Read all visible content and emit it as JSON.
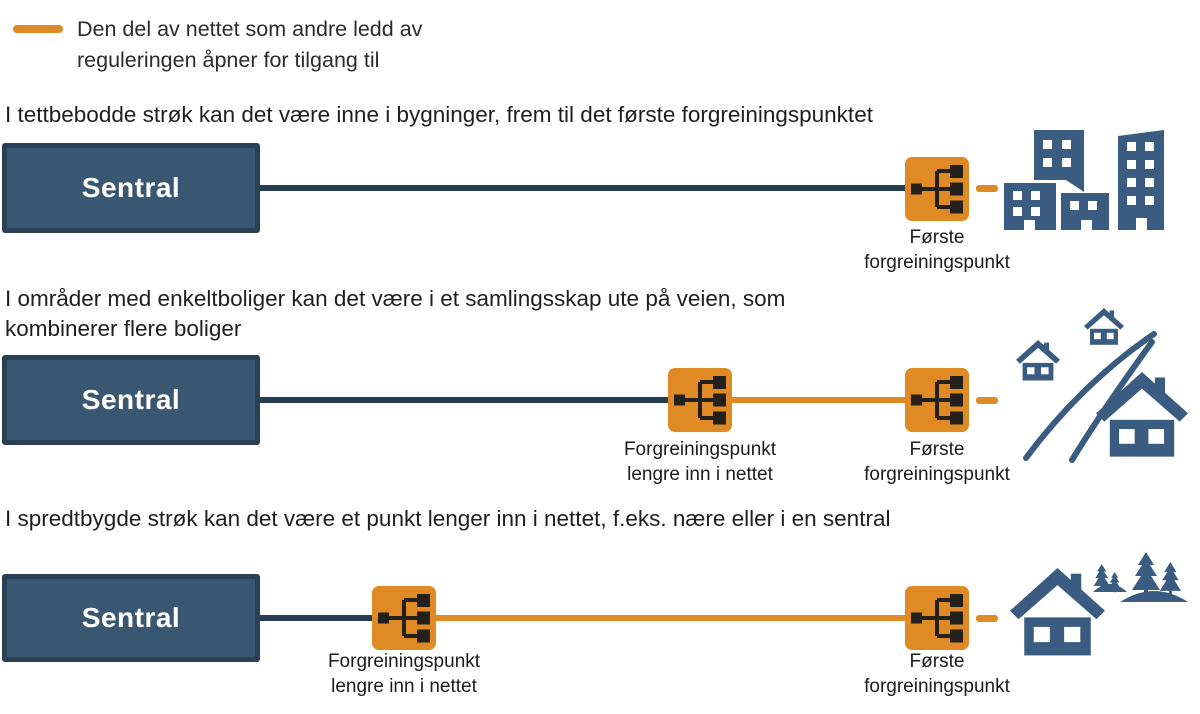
{
  "colors": {
    "orange": "#DF8A24",
    "navy": "#263C52",
    "box_fill": "#3A5772",
    "box_border": "#2A4054",
    "picto": "#3A5C80",
    "glyph": "#24201B",
    "heading_text": "#1E1E1E",
    "label_text": "#1B1B1B",
    "sentral_text": "#FFFFFF"
  },
  "legend": {
    "text": "Den del av nettet som andre ledd av\nreguleringen åpner for tilgang til"
  },
  "labels": {
    "sentral": "Sentral",
    "first_branch_point": "Første\nforgreiningspunkt",
    "inner_branch_point": "Forgreiningspunkt\nlengre inn i nettet"
  },
  "sections": [
    {
      "heading": "I tettbebodde strøk kan det være inne i bygninger, frem til det første forgreiningspunktet"
    },
    {
      "heading": "I områder med enkeltboliger kan det være i et samlingsskap ute på veien, som\nkombinerer flere boliger"
    },
    {
      "heading": "I spredtbygde strøk kan det være et punkt lenger inn i nettet, f.eks. nære eller i en sentral"
    }
  ]
}
